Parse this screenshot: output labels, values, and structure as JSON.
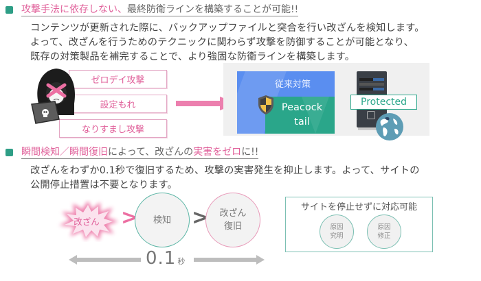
{
  "section1": {
    "heading": {
      "highlight": "攻撃手法に依存しない、",
      "rest": "最終防衛ラインを構築することが可能!!"
    },
    "paragraph": [
      "コンテンツが更新された際に、バックアップファイルと突合を行い改ざんを検知します。",
      "よって、改ざんを行うためのテクニックに関わらず攻撃を防御することが可能となり、",
      "既存の対策製品を補完することで、より強固な防衛ラインを構築します。"
    ],
    "attacks": [
      "ゼロデイ攻撃",
      "設定もれ",
      "なりすまし攻撃"
    ],
    "conventional_label": "従来対策",
    "product_label_line1": "Peacock",
    "product_label_line2": "tail",
    "protected_label": "Protected",
    "icons": {
      "hacker": "hooded-hacker-icon",
      "shield": "shield-icon",
      "server": "server-icon",
      "globe": "globe-icon",
      "arrow": "arrow-right-icon"
    }
  },
  "section2": {
    "heading": {
      "part1": "瞬間検知／瞬間復旧",
      "part2": "によって、改ざんの",
      "part3": "実害をゼロ",
      "part4": "に!!"
    },
    "paragraph": [
      "改ざんをわずか0.1秒で復旧するため、攻撃の実害発生を抑止します。よって、サイトの",
      "公開停止措置は不要となります。"
    ],
    "flow": {
      "tamper": "改ざん",
      "detect": "検知",
      "restore_line1": "改ざん",
      "restore_line2": "復旧",
      "chevron": ">"
    },
    "time": {
      "value": "0.1",
      "unit": "秒"
    },
    "stop_box": {
      "title": "サイトを停止せずに対応可能",
      "items": [
        {
          "line1": "原因",
          "line2": "究明"
        },
        {
          "line1": "原因",
          "line2": "修正"
        }
      ]
    }
  },
  "colors": {
    "accent_pink": "#e0609a",
    "marker_green": "#2e9e86",
    "conventional_blue": "#5a8ef0",
    "product_green": "#2aa68a",
    "detect_border": "#5bb5a5",
    "restore_border": "#e89ab9"
  }
}
